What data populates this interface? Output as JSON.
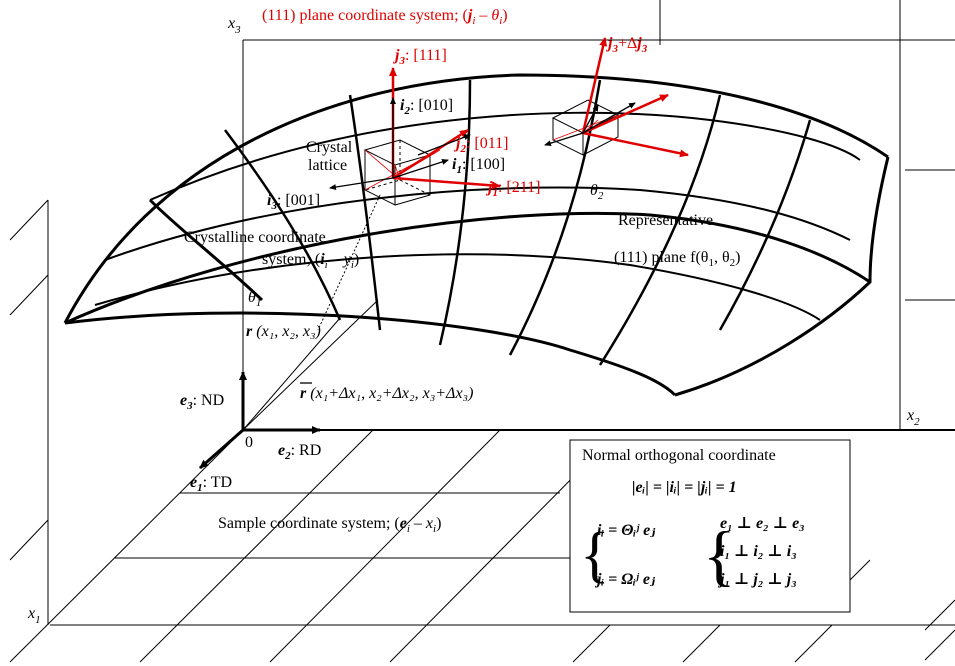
{
  "axes": {
    "x1": "x",
    "x1_sub": "1",
    "x2": "x",
    "x2_sub": "2",
    "x3": "x",
    "x3_sub": "3",
    "origin": "0"
  },
  "red_labels": {
    "plane_system_title": "(111) plane coordinate system; (",
    "plane_system_j": "j",
    "plane_system_sub_i": "i",
    "plane_system_minus": " – θ",
    "plane_system_close": ")",
    "j3_label": "j",
    "j3_sub": "3",
    "j3_text": ": [111]",
    "j3_delta": "j",
    "j3_delta_rest": "+Δ",
    "j2_label": "j",
    "j2_sub": "2",
    "j2_text": ": [011]",
    "j1_label": "j",
    "j1_sub": "1",
    "j1_text": ": [211]"
  },
  "black_labels": {
    "i2_label": "i",
    "i2_sub": "2",
    "i2_text": ": [010]",
    "i1_label": "i",
    "i1_sub": "1",
    "i1_text": ": [100]",
    "i3_label": "i",
    "i3_sub": "3",
    "i3_text": ": [001]",
    "crystal_line1": "Crystal",
    "crystal_line2": "lattice",
    "theta2": "θ",
    "theta2_sub": "2",
    "theta1": "θ",
    "theta1_sub": "1",
    "representative": "Representative",
    "plane_fn": "(111) plane  f(θ",
    "plane_fn_rest": ", θ",
    "plane_fn_close": ")",
    "crystalline_line1": "Crystalline coordinate",
    "crystalline_line2": "system; (",
    "crystalline_i": "i",
    "crystalline_minus": " – y",
    "crystalline_close": ")",
    "r_label": "r",
    "r_coords": " (x",
    "r_coords_full": "(x₁, x₂, x₃)",
    "rbar_label": "r",
    "rbar_coords": "(x₁+Δx₁, x₂+Δx₂, x₃+Δx₃)",
    "e3_label": "e",
    "e3_sub": "3",
    "e3_text": ": ND",
    "e2_label": "e",
    "e2_sub": "2",
    "e2_text": ": RD",
    "e1_label": "e",
    "e1_sub": "1",
    "e1_text": ": TD",
    "sample_system": "Sample coordinate system; (",
    "sample_e": "e",
    "sample_minus": " – x",
    "sample_close": ")"
  },
  "box": {
    "title": "Normal orthogonal coordinate",
    "norm_eq": "|eᵢ| = |iᵢ| = |jᵢ| = 1",
    "eq_i": "iᵢ = Θᵢʲ eⱼ",
    "eq_j": "jᵢ = Ωᵢʲ eⱼ",
    "perp_e": "e₁ ⊥ e₂ ⊥ e₃",
    "perp_i": "i₁ ⊥ i₂ ⊥ i₃",
    "perp_j": "j₁ ⊥ j₂ ⊥ j₃"
  },
  "colors": {
    "red": "#e00000",
    "black": "#000000"
  }
}
